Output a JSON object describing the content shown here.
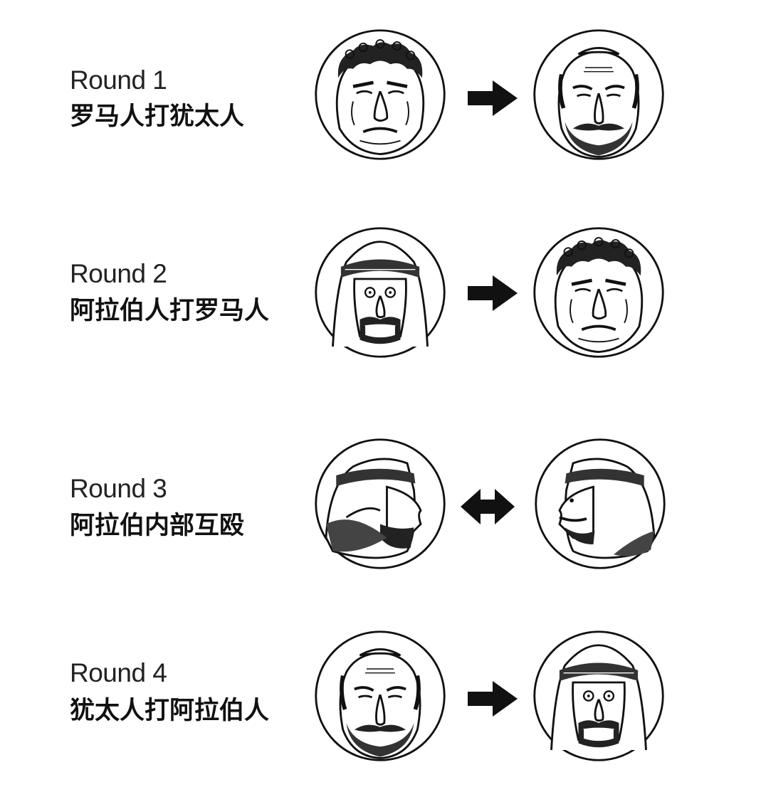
{
  "rounds": [
    {
      "label": "Round 1",
      "caption": "罗马人打犹太人",
      "left_figure": "roman-man",
      "right_figure": "jewish-man",
      "arrow": "arrow-right-icon"
    },
    {
      "label": "Round 2",
      "caption": "阿拉伯人打罗马人",
      "left_figure": "arab-man",
      "right_figure": "roman-man",
      "arrow": "arrow-right-icon"
    },
    {
      "label": "Round 3",
      "caption": "阿拉伯内部互殴",
      "left_figure": "arab-man-profile-right",
      "right_figure": "arab-man-profile-left",
      "arrow": "arrow-left-right-icon"
    },
    {
      "label": "Round 4",
      "caption": "犹太人打阿拉伯人",
      "left_figure": "jewish-man",
      "right_figure": "arab-man",
      "arrow": "arrow-right-icon"
    }
  ]
}
